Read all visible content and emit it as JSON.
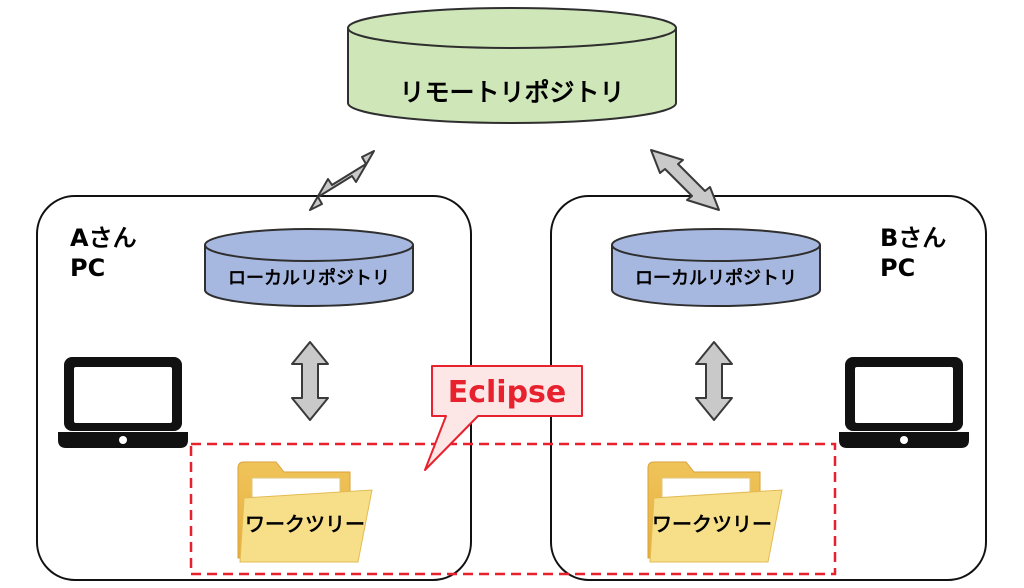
{
  "remote": {
    "label": "リモートリポジトリ",
    "fill": "#cfe6b8",
    "stroke": "#2f2f2f"
  },
  "pc_a": {
    "name_line1": "Aさん",
    "name_line2": "PC"
  },
  "pc_b": {
    "name_line1": "Bさん",
    "name_line2": "PC"
  },
  "local_repo_a": {
    "label": "ローカルリポジトリ",
    "fill": "#a7b8e0"
  },
  "local_repo_b": {
    "label": "ローカルリポジトリ",
    "fill": "#a7b8e0"
  },
  "work_tree_a": {
    "label": "ワークツリー"
  },
  "work_tree_b": {
    "label": "ワークツリー"
  },
  "callout": {
    "label": "Eclipse",
    "text_color": "#e8212e",
    "fill": "#fde7e6",
    "border": "#e8212e"
  },
  "colors": {
    "arrow_fill": "#c9c9c9",
    "arrow_stroke": "#3a3a3a",
    "folder": "#f5d67a",
    "folder_dark": "#e7b64a",
    "dashed": "#e8212e"
  },
  "icons": [
    "laptop-icon",
    "folder-icon",
    "double-arrow-icon",
    "database-icon"
  ]
}
